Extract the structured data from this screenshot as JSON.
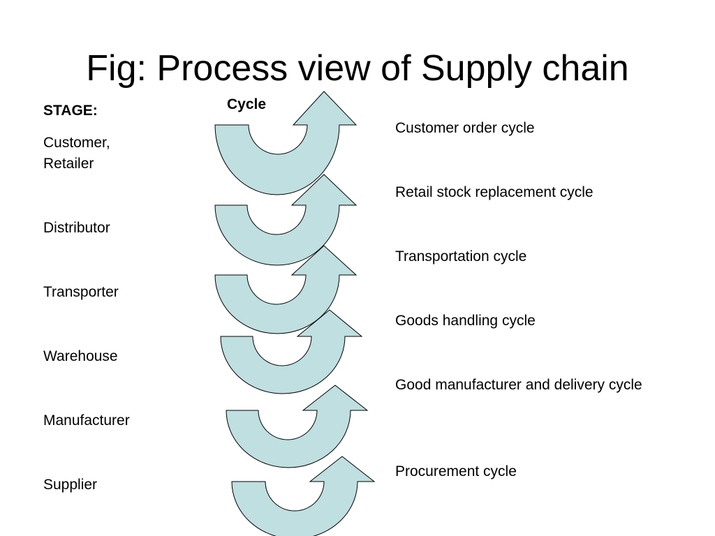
{
  "title": "Fig: Process view of Supply chain",
  "stage_header": "STAGE:",
  "cycle_header": "Cycle",
  "stages": [
    "Customer,\nRetailer",
    "Distributor",
    "Transporter",
    "Warehouse",
    "Manufacturer",
    "Supplier"
  ],
  "cycles": [
    "Customer order cycle",
    "Retail stock replacement cycle",
    "Transportation cycle",
    "Goods handling cycle",
    "Good manufacturer and delivery cycle",
    "Procurement cycle"
  ],
  "colors": {
    "arrow_fill": "#bfdfe0",
    "arrow_stroke": "#000000",
    "text": "#000000"
  },
  "icon": "u-turn-arrow-icon"
}
